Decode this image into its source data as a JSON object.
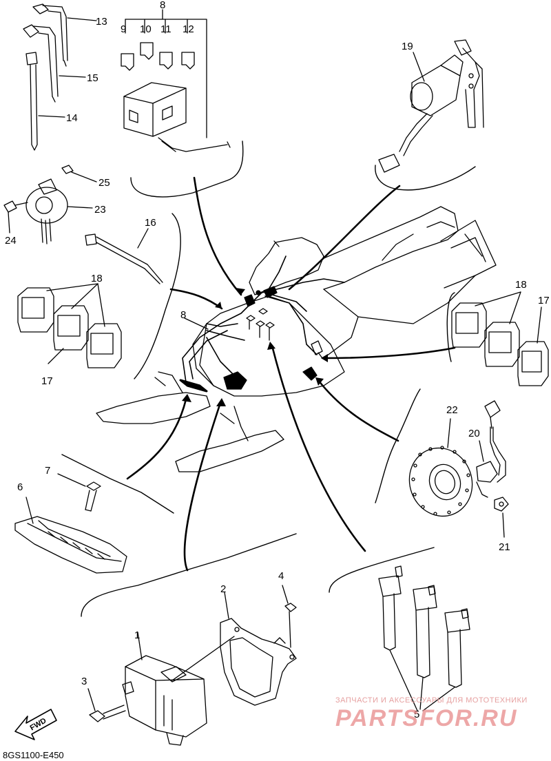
{
  "diagram": {
    "code": "8GS1100-E450",
    "fwd_label": "FWD",
    "watermark": {
      "top_text": "ЗАПЧАСТИ И АКСЕССУАРЫ ДЛЯ МОТОТЕХНИКИ",
      "logo_text": "PARTSFOR.RU",
      "color": "#e88a8a"
    },
    "callouts": {
      "n1": "1",
      "n2": "2",
      "n3": "3",
      "n4": "4",
      "n5": "5",
      "n6": "6",
      "n7": "7",
      "n8a": "8",
      "n8b": "8",
      "n9": "9",
      "n10": "10",
      "n11": "11",
      "n12": "12",
      "n13": "13",
      "n14": "14",
      "n15": "15",
      "n16": "16",
      "n17a": "17",
      "n17b": "17",
      "n18a": "18",
      "n18b": "18",
      "n19": "19",
      "n20": "20",
      "n21": "21",
      "n22": "22",
      "n23": "23",
      "n24": "24",
      "n25": "25"
    }
  }
}
